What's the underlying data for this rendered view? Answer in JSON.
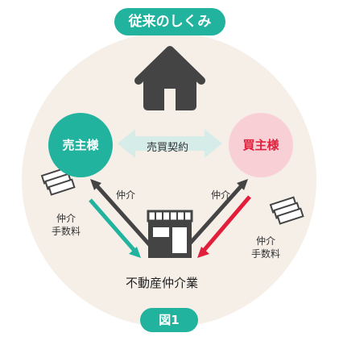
{
  "header": {
    "title": "従来のしくみ"
  },
  "roles": {
    "seller": "売主様",
    "buyer": "買主様",
    "agency": "不動産仲介業"
  },
  "flows": {
    "contract": "売買契約",
    "brokerage_left": "仲介",
    "brokerage_right": "仲介",
    "fee_left_line1": "仲介",
    "fee_left_line2": "手数料",
    "fee_right_line1": "仲介",
    "fee_right_line2": "手数料"
  },
  "footer": {
    "figure_label": "図1"
  },
  "colors": {
    "teal": "#21b39e",
    "red": "#e11f3a",
    "pink": "#f9cfd6",
    "dark": "#444444",
    "background_circle": "#f5efe8"
  },
  "icons": [
    "house-icon",
    "money-stack-icon",
    "storefront-icon"
  ]
}
